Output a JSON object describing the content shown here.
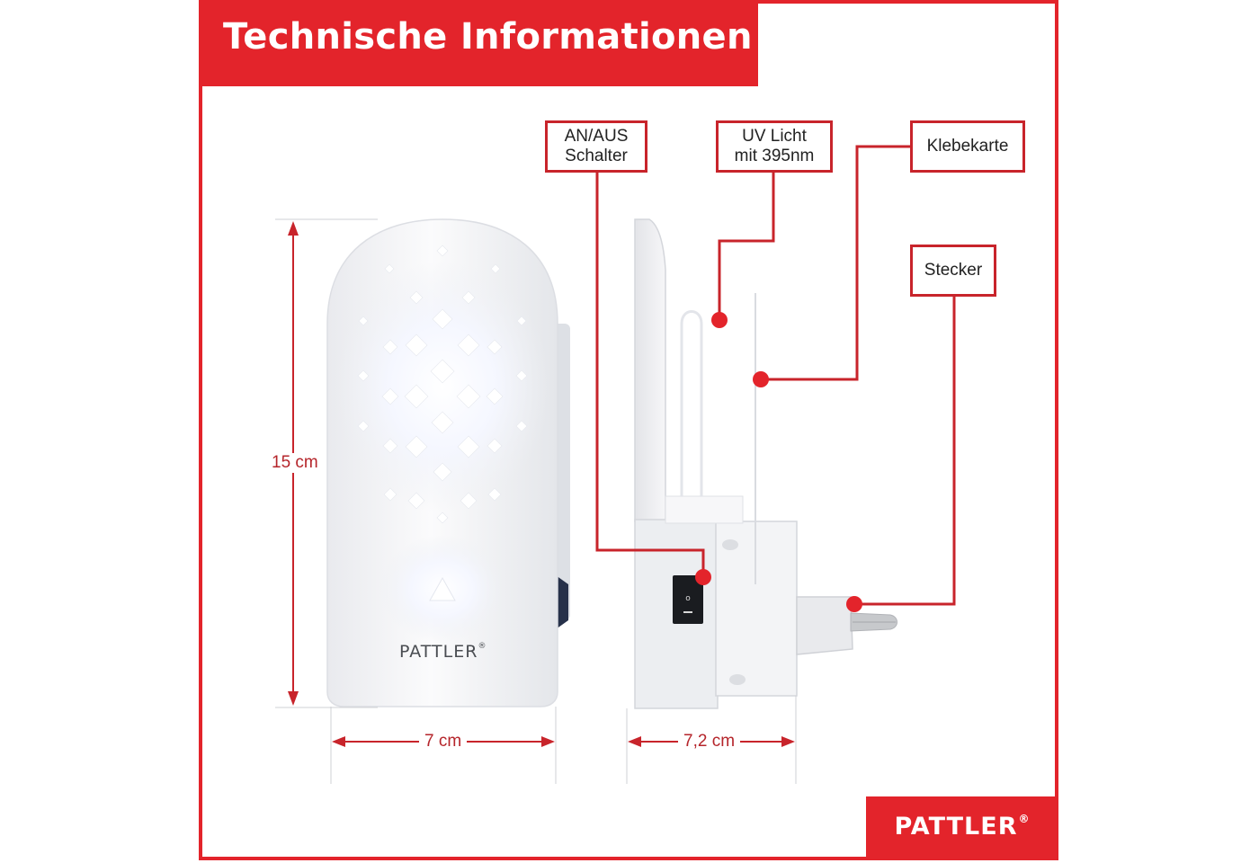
{
  "title": "Technische Informationen",
  "brand": {
    "name": "PATTLER",
    "mark": "®"
  },
  "device_logo": {
    "name": "PATTLER",
    "mark": "®"
  },
  "callouts": {
    "switch": [
      "AN/AUS",
      "Schalter"
    ],
    "uv_light": [
      "UV Licht",
      "mit 395nm"
    ],
    "glue_card": [
      "Klebekarte"
    ],
    "plug": [
      "Stecker"
    ]
  },
  "dimensions": {
    "height": "15 cm",
    "front_width": "7 cm",
    "side_width": "7,2 cm"
  },
  "colors": {
    "accent": "#e3242b",
    "dimension_line": "#c8242b",
    "device_body": "#f2f3f5"
  }
}
